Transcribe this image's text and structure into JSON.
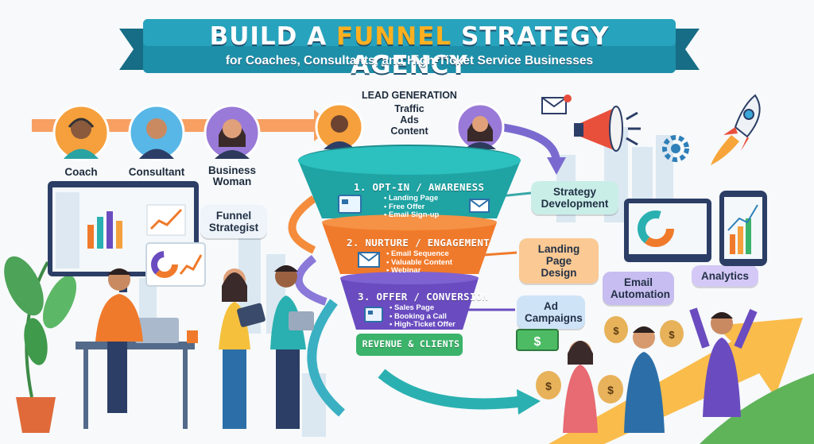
{
  "banner": {
    "title_pre": "BUILD A ",
    "title_highlight": "FUNNEL",
    "title_post": " STRATEGY AGENCY",
    "subtitle": "for Coaches, Consultants, and High-Ticket Service Businesses"
  },
  "roles": [
    {
      "label": "Coach",
      "icon": "coach-avatar"
    },
    {
      "label": "Consultant",
      "icon": "consultant-avatar"
    },
    {
      "label": "Business\nWoman",
      "icon": "business-woman-avatar"
    }
  ],
  "lead_generation": {
    "title": "LEAD GENERATION",
    "items": [
      "Traffic",
      "Ads",
      "Content"
    ]
  },
  "funnel": [
    {
      "title": "1. OPT-IN / AWARENESS",
      "items": [
        "Landing Page",
        "Free Offer",
        "Email Sign-up"
      ],
      "color": "#1fa3a3"
    },
    {
      "title": "2. NURTURE / ENGAGEMENT",
      "items": [
        "Email Sequence",
        "Valuable Content",
        "Webinar"
      ],
      "color": "#f07a2b"
    },
    {
      "title": "3. OFFER / CONVERSION",
      "items": [
        "Sales Page",
        "Booking a Call",
        "High-Ticket Offer"
      ],
      "color": "#6a4cc0"
    }
  ],
  "funnel_bottom": "REVENUE & CLIENTS",
  "services": {
    "funnel_strategist": "Funnel\nStrategist",
    "strategy_development": "Strategy\nDevelopment",
    "landing_page_design": "Landing\nPage Design",
    "email_automation": "Email\nAutomation",
    "analytics": "Analytics",
    "ad_campaigns": "Ad\nCampaigns"
  },
  "colors": {
    "banner": "#1e8fa8",
    "teal": "#1fa3a3",
    "orange": "#f07a2b",
    "purple": "#6a4cc0",
    "green": "#3bb36a"
  }
}
